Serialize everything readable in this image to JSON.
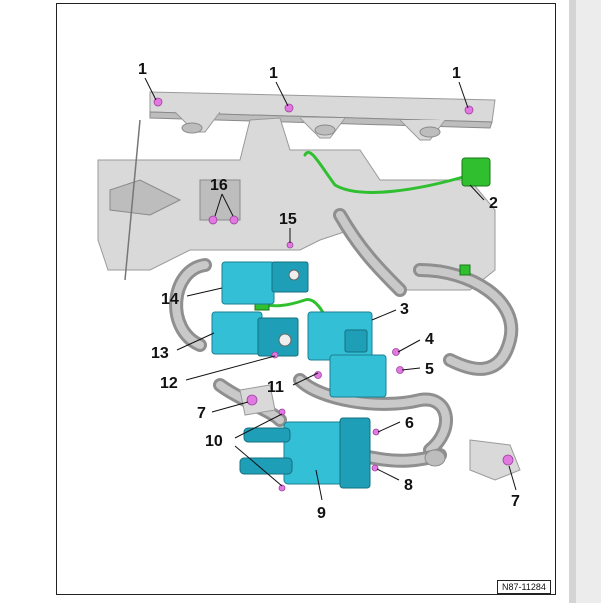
{
  "diagram": {
    "reference_code": "N87-11284",
    "callouts": [
      {
        "id": "c1a",
        "text": "1"
      },
      {
        "id": "c1b",
        "text": "1"
      },
      {
        "id": "c1c",
        "text": "1"
      },
      {
        "id": "c2",
        "text": "2"
      },
      {
        "id": "c3",
        "text": "3"
      },
      {
        "id": "c4",
        "text": "4"
      },
      {
        "id": "c5",
        "text": "5"
      },
      {
        "id": "c6",
        "text": "6"
      },
      {
        "id": "c7a",
        "text": "7"
      },
      {
        "id": "c7b",
        "text": "7"
      },
      {
        "id": "c8",
        "text": "8"
      },
      {
        "id": "c9",
        "text": "9"
      },
      {
        "id": "c10",
        "text": "10"
      },
      {
        "id": "c11",
        "text": "11"
      },
      {
        "id": "c12",
        "text": "12"
      },
      {
        "id": "c13",
        "text": "13"
      },
      {
        "id": "c14",
        "text": "14"
      },
      {
        "id": "c15",
        "text": "15"
      },
      {
        "id": "c16",
        "text": "16"
      }
    ],
    "colors": {
      "valve": "#33bfd6",
      "bolt": "#e07ae0",
      "wire": "#2fbf2f",
      "bracket": "#d9d9d9",
      "hose": "#8f8f8f"
    }
  }
}
